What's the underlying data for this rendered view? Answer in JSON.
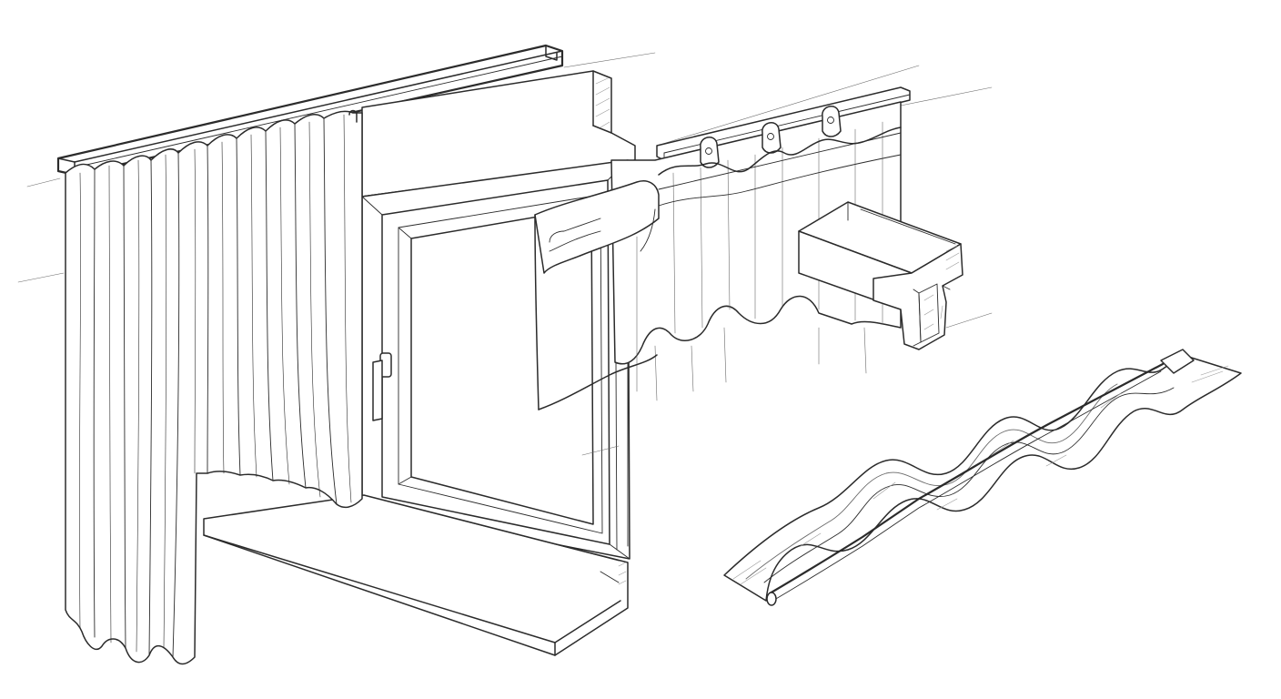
{
  "figure": {
    "subject": "curtain-track-system",
    "style": "pencil-sketch",
    "colors": {
      "paper": "#ffffff",
      "line": "#2b2b2b",
      "line_light": "#6a6a6a",
      "shade": "#9a9a9a"
    },
    "panels": [
      {
        "id": "room-view",
        "parts": [
          "ceiling-track",
          "gathered-curtain",
          "window-reveal",
          "window-casement",
          "window-handle",
          "window-sill"
        ]
      },
      {
        "id": "track-detail",
        "parts": [
          "track-rail",
          "glider-hooks",
          "heading-tape",
          "curtain-fabric",
          "track-profile-section"
        ]
      },
      {
        "id": "tape-detail",
        "parts": [
          "wave-heading-tape",
          "cord"
        ]
      }
    ]
  }
}
